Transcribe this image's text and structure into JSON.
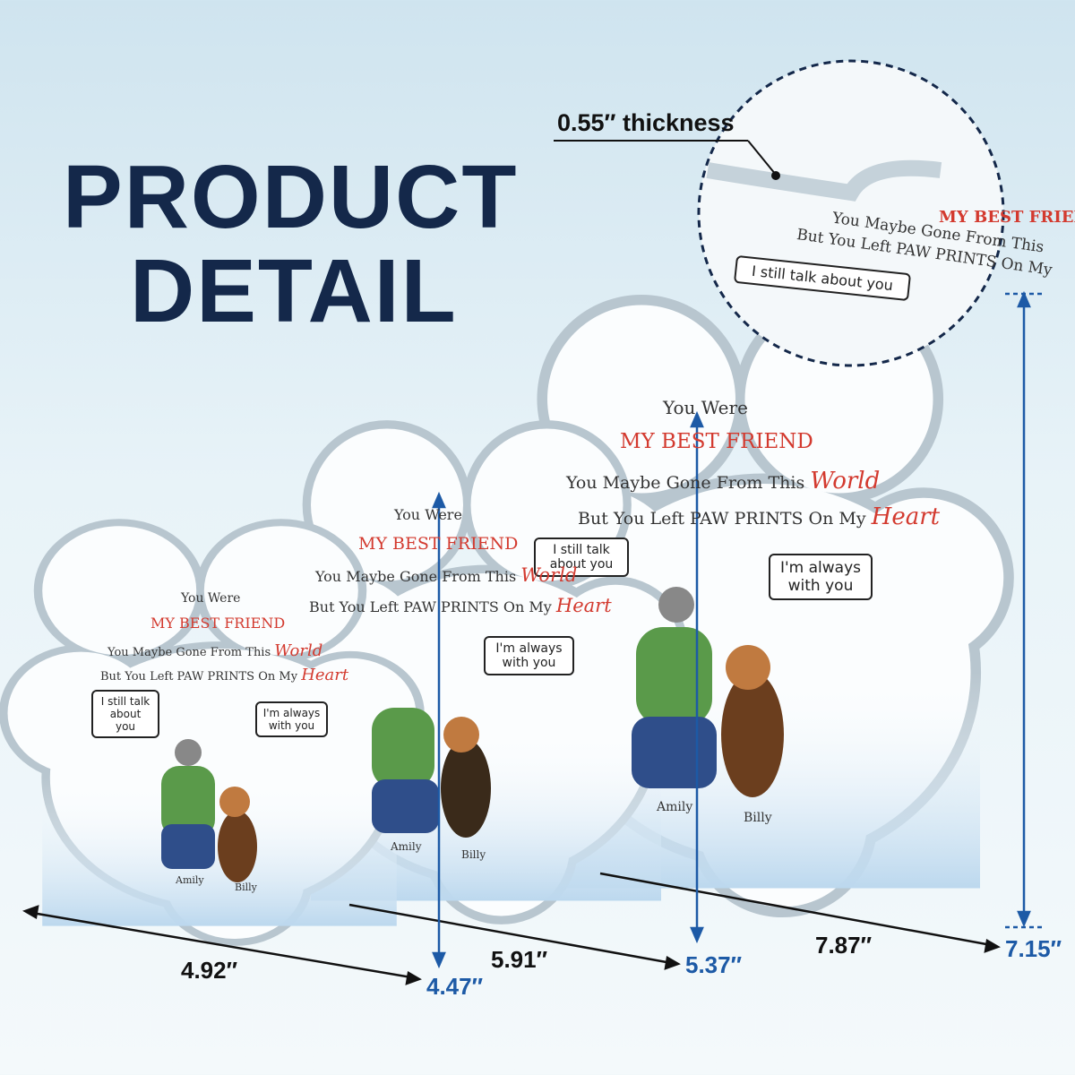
{
  "title_line1": "PRODUCT",
  "title_line2": "DETAIL",
  "thickness_label": "0.55″ thickness",
  "plaque": {
    "you_were": "You Were",
    "best_friend": "MY BEST FRIEND",
    "line1": "You Maybe Gone From This",
    "line1_script": "World",
    "line2": "But You Left PAW PRINTS On My",
    "line2_script": "Heart",
    "bubble1": "I still talk about you",
    "bubble2": "I'm always with you",
    "name1": "Amily",
    "name2": "Billy"
  },
  "dimensions": {
    "small_width": "4.92″",
    "small_height": "4.47″",
    "medium_width": "5.91″",
    "medium_height": "5.37″",
    "large_width": "7.87″",
    "large_height": "7.15″"
  },
  "colors": {
    "title": "#14284a",
    "accent_blue": "#1d5aa6",
    "red": "#d33a2f"
  }
}
